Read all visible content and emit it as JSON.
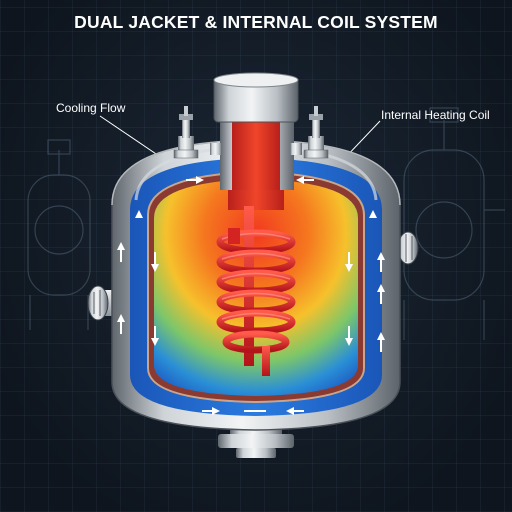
{
  "title": "DUAL JACKET & INTERNAL COIL SYSTEM",
  "labels": {
    "cooling_flow": "Cooling Flow",
    "internal_heating_coil": "Internal Heating Coil"
  },
  "colors": {
    "background": "#111a24",
    "steel_light": "#e4e7ea",
    "steel_dark": "#6e757c",
    "jacket_blue": "#1f62c9",
    "inner_hot": "#f0361f",
    "inner_warm": "#f6b829",
    "inner_cool": "#1e6fd1",
    "coil_red": "#e02a2a",
    "flow_arrow": "#ffffff"
  }
}
